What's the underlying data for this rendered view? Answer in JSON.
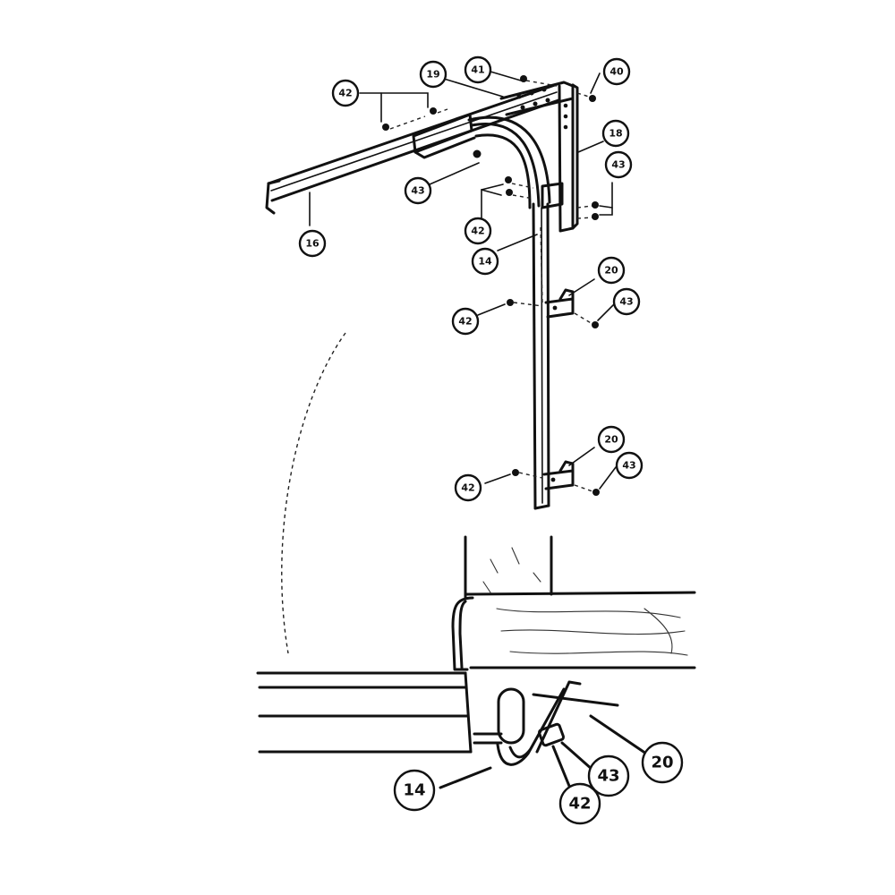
{
  "callouts": {
    "c1": {
      "label": "42"
    },
    "c2": {
      "label": "19"
    },
    "c3": {
      "label": "41"
    },
    "c4": {
      "label": "40"
    },
    "c5": {
      "label": "18"
    },
    "c6": {
      "label": "43"
    },
    "c7": {
      "label": "43"
    },
    "c8": {
      "label": "16"
    },
    "c9": {
      "label": "42"
    },
    "c10": {
      "label": "14"
    },
    "c11": {
      "label": "20"
    },
    "c12": {
      "label": "42"
    },
    "c13": {
      "label": "43"
    },
    "c14": {
      "label": "20"
    },
    "c15": {
      "label": "42"
    },
    "c16": {
      "label": "43"
    },
    "c17": {
      "label": "14"
    },
    "c18": {
      "label": "42"
    },
    "c19": {
      "label": "43"
    },
    "c20": {
      "label": "20"
    }
  }
}
